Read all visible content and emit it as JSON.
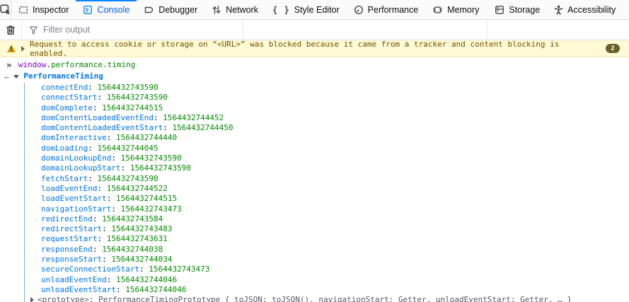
{
  "toolbar": {
    "tabs": [
      {
        "label": "Inspector"
      },
      {
        "label": "Console"
      },
      {
        "label": "Debugger"
      },
      {
        "label": "Network"
      },
      {
        "label": "Style Editor"
      },
      {
        "label": "Performance"
      },
      {
        "label": "Memory"
      },
      {
        "label": "Storage"
      },
      {
        "label": "Accessibility"
      }
    ],
    "active_tab": "Console"
  },
  "filter_bar": {
    "placeholder": "Filter output"
  },
  "warning": {
    "message": "Request to access cookie or storage on “<URL>” was blocked because it came from a tracker and content blocking is enabled.",
    "count": "2"
  },
  "input": {
    "tokens": [
      "window",
      ".",
      "performance.timing"
    ]
  },
  "output": {
    "object_class": "PerformanceTiming",
    "properties": [
      {
        "name": "connectEnd",
        "value": "1564432743590"
      },
      {
        "name": "connectStart",
        "value": "1564432743590"
      },
      {
        "name": "domComplete",
        "value": "1564432744515"
      },
      {
        "name": "domContentLoadedEventEnd",
        "value": "1564432744452"
      },
      {
        "name": "domContentLoadedEventStart",
        "value": "1564432744450"
      },
      {
        "name": "domInteractive",
        "value": "1564432744440"
      },
      {
        "name": "domLoading",
        "value": "1564432744045"
      },
      {
        "name": "domainLookupEnd",
        "value": "1564432743590"
      },
      {
        "name": "domainLookupStart",
        "value": "1564432743590"
      },
      {
        "name": "fetchStart",
        "value": "1564432743590"
      },
      {
        "name": "loadEventEnd",
        "value": "1564432744522"
      },
      {
        "name": "loadEventStart",
        "value": "1564432744515"
      },
      {
        "name": "navigationStart",
        "value": "1564432743473"
      },
      {
        "name": "redirectEnd",
        "value": "1564432743584"
      },
      {
        "name": "redirectStart",
        "value": "1564432743483"
      },
      {
        "name": "requestStart",
        "value": "1564432743631"
      },
      {
        "name": "responseEnd",
        "value": "1564432744038"
      },
      {
        "name": "responseStart",
        "value": "1564432744034"
      },
      {
        "name": "secureConnectionStart",
        "value": "1564432743473"
      },
      {
        "name": "unloadEventEnd",
        "value": "1564432744046"
      },
      {
        "name": "unloadEventStart",
        "value": "1564432744046"
      }
    ],
    "prototype_label": "<prototype>: ",
    "prototype_value": "PerformanceTimingPrototype { toJSON: toJSON(), navigationStart: Getter, unloadEventStart: Getter, … }"
  },
  "colors": {
    "accent": "#0a84ff",
    "property_name": "#0074e8",
    "number_value": "#058b00",
    "variable_token": "#8000d7",
    "warning_bg": "#fffbd6",
    "warning_text": "#715100"
  }
}
